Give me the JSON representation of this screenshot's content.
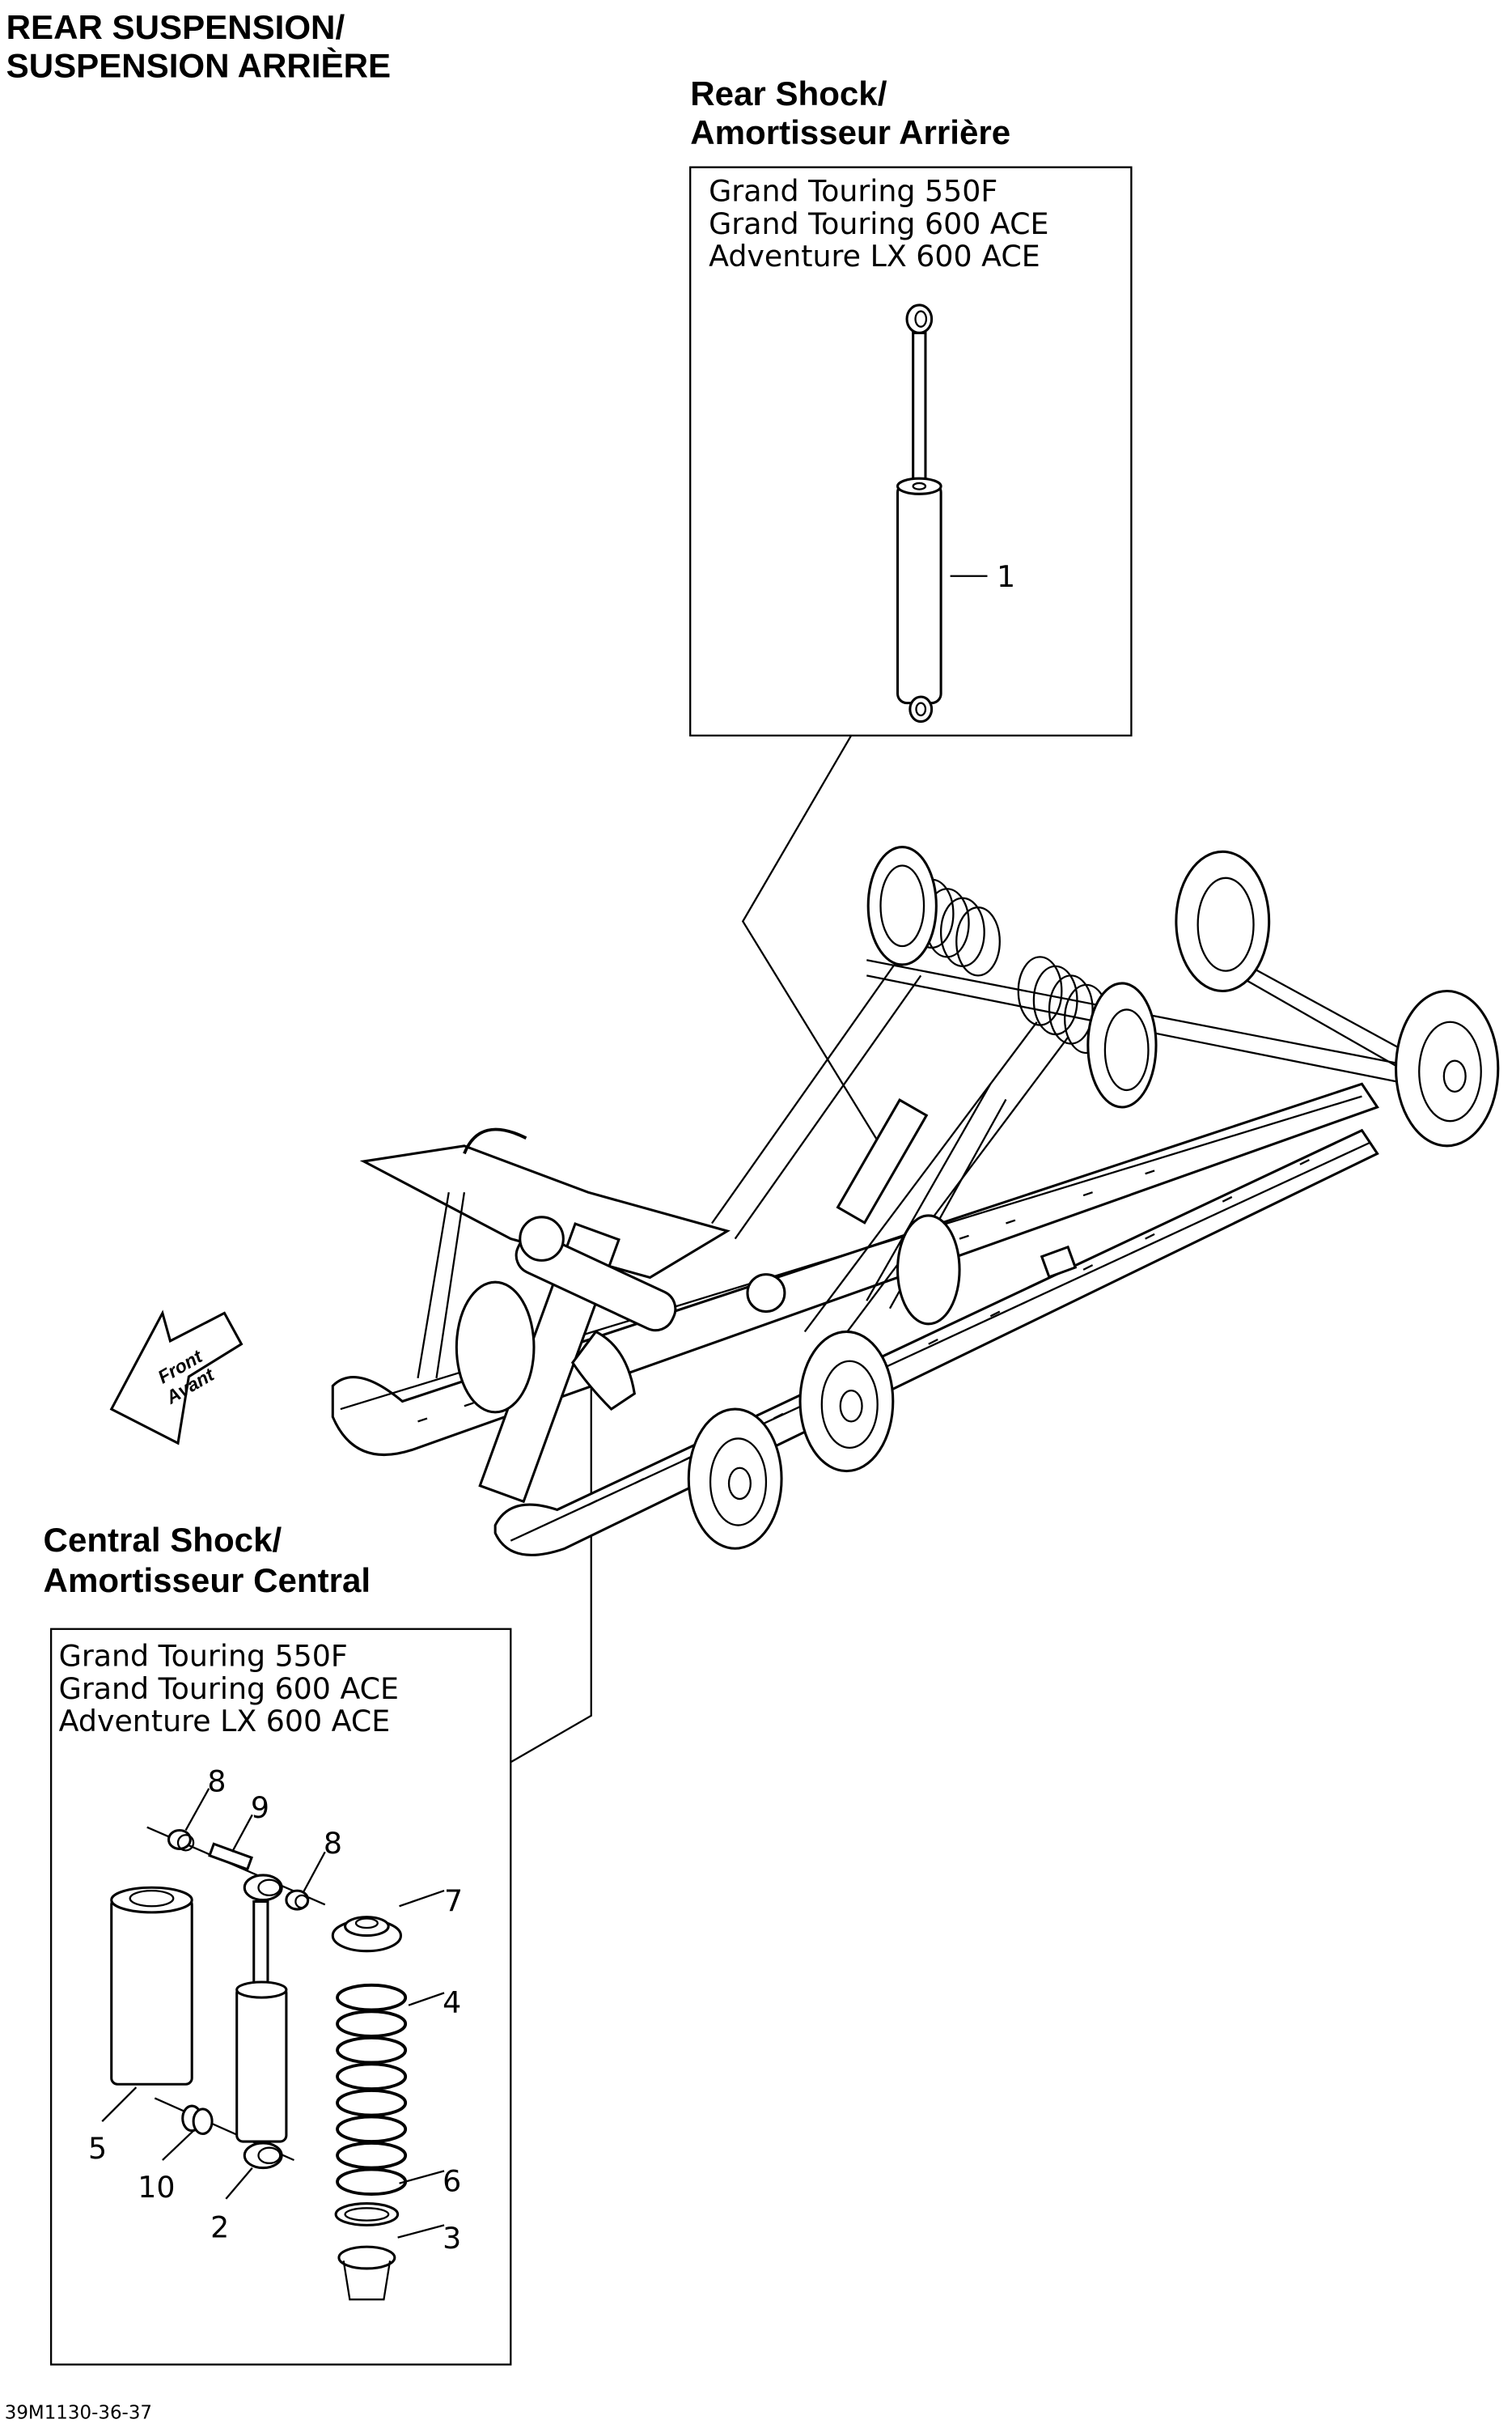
{
  "title": {
    "line1": "REAR SUSPENSION/",
    "line2": "SUSPENSION ARRIÈRE"
  },
  "rear_shock": {
    "title_line1": "Rear Shock/",
    "title_line2": "Amortisseur Arrière",
    "models": [
      "Grand Touring 550F",
      "Grand Touring 600 ACE",
      "Adventure LX 600 ACE"
    ],
    "callouts": [
      "1"
    ]
  },
  "front_arrow": {
    "line1": "Front",
    "line2": "Avant"
  },
  "central_shock": {
    "title_line1": "Central Shock/",
    "title_line2": "Amortisseur Central",
    "models": [
      "Grand Touring 550F",
      "Grand Touring 600 ACE",
      "Adventure LX 600 ACE"
    ],
    "callouts": {
      "c8a": "8",
      "c9": "9",
      "c8b": "8",
      "c7": "7",
      "c4": "4",
      "c5": "5",
      "c10": "10",
      "c2": "2",
      "c6": "6",
      "c3": "3"
    }
  },
  "footer": {
    "reference": "39M1130-36-37"
  }
}
